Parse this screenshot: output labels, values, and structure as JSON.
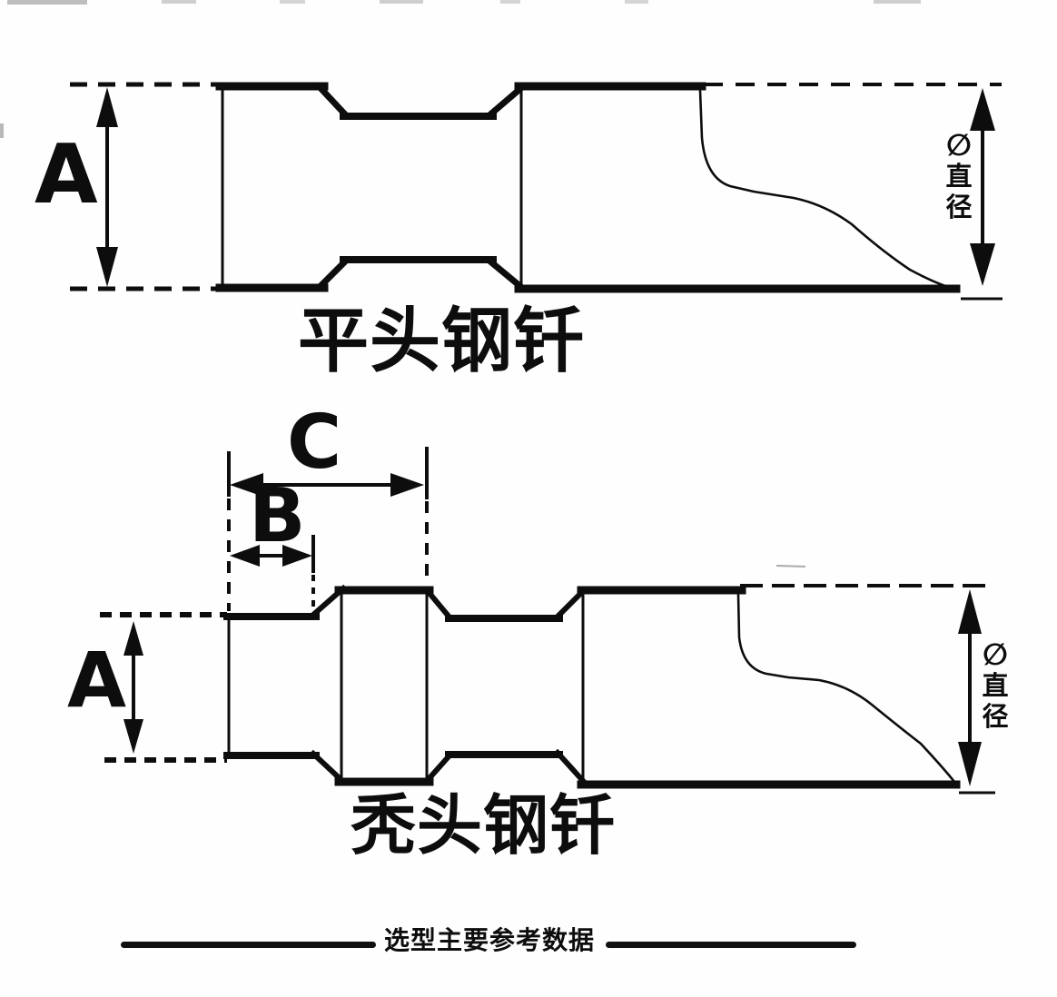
{
  "drawings": {
    "flat_head": {
      "title": "平头钢钎",
      "dim_a": "A",
      "diameter_symbol": "∅",
      "diameter_char1": "直",
      "diameter_char2": "径"
    },
    "bald_head": {
      "title": "秃头钢钎",
      "dim_a": "A",
      "dim_b": "B",
      "dim_c": "C",
      "diameter_symbol": "∅",
      "diameter_char1": "直",
      "diameter_char2": "径"
    }
  },
  "footer": {
    "separator_text": "选型主要参考数据"
  },
  "colors": {
    "ink": "#0d0d0d",
    "background": "#fefefe"
  }
}
